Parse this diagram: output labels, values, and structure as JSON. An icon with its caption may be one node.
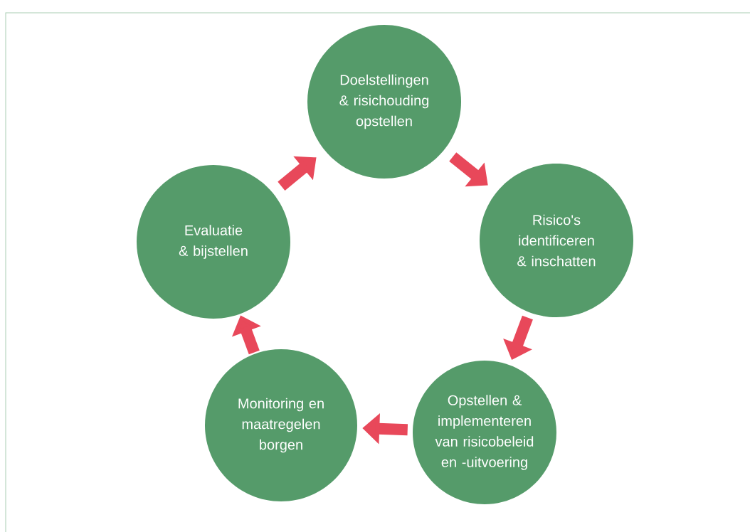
{
  "diagram": {
    "nodes": [
      {
        "text": [
          "Doelstellingen & risichouding opstellen"
        ]
      },
      {
        "text": [
          "Risico's identificeren & inschatten"
        ]
      },
      {
        "text": [
          "Opstellen & implementeren van risicobeleid en -uitvoering"
        ]
      },
      {
        "text": [
          "Monitoring en maatregelen borgen"
        ]
      },
      {
        "text": [
          "Evaluatie & bijstellen"
        ]
      }
    ],
    "edges": [
      {
        "from": 0,
        "to": 1,
        "arrow": "to"
      },
      {
        "from": 1,
        "to": 2,
        "arrow": "to"
      },
      {
        "from": 2,
        "to": 3,
        "arrow": "to"
      },
      {
        "from": 3,
        "to": 4,
        "arrow": "to"
      },
      {
        "from": 4,
        "to": 0,
        "arrow": "to"
      }
    ]
  }
}
